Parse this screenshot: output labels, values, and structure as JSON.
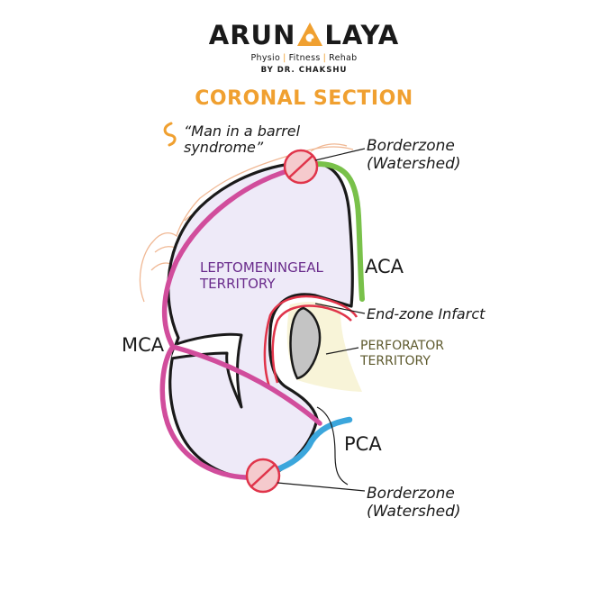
{
  "brand": {
    "name_left": "ARUN",
    "name_right": "LAYA",
    "tagline_parts": [
      "Physio",
      "Fitness",
      "Rehab"
    ],
    "byline": "BY DR. CHAKSHU"
  },
  "diagram": {
    "title": "CORONAL SECTION",
    "labels": {
      "man_in_barrel_line1": "“Man in a barrel",
      "man_in_barrel_line2": "syndrome”",
      "borderzone_top_line1": "Borderzone",
      "borderzone_top_line2": "(Watershed)",
      "aca": "ACA",
      "leptomeningeal_line1": "LEPTOMENINGEAL",
      "leptomeningeal_line2": "TERRITORY",
      "end_zone": "End-zone Infarct",
      "perforator_line1": "PERFORATOR",
      "perforator_line2": "TERRITORY",
      "mca": "MCA",
      "pca": "PCA",
      "borderzone_bottom_line1": "Borderzone",
      "borderzone_bottom_line2": "(Watershed)"
    }
  },
  "colors": {
    "accent_orange": "#f0a030",
    "mca_magenta": "#d14d9c",
    "aca_green": "#79c14a",
    "pca_blue": "#3ba6dc",
    "infarct_red": "#e0344a",
    "leptomeningeal_purple": "#6a2c8c",
    "perforator_olive": "#5e5a2e",
    "brain_fill": "#eeeaf8",
    "perforator_fill": "#f8f4d8",
    "ventricle_gray": "#c4c4c4",
    "homunculus_tan": "#f0b894"
  }
}
